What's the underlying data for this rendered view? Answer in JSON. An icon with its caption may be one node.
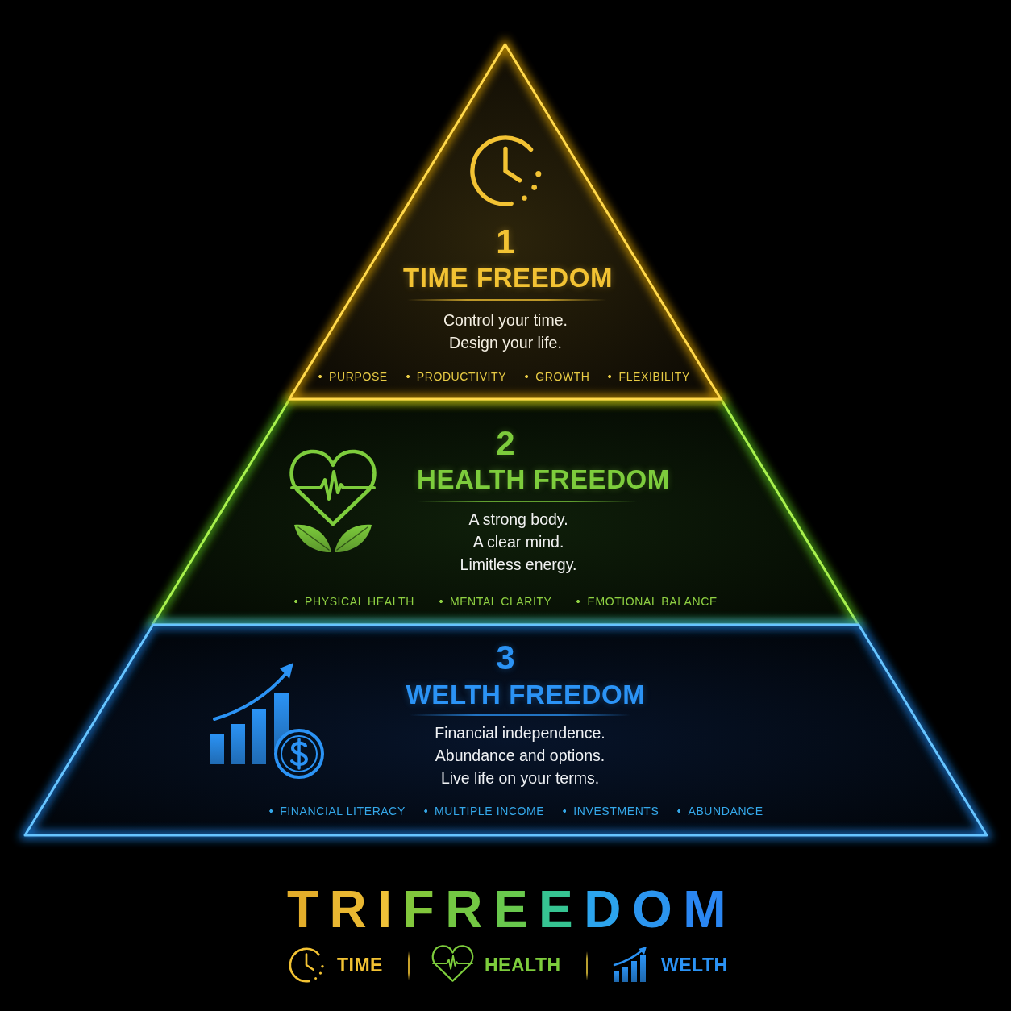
{
  "diagram": {
    "title": "TRIFREEDOM",
    "nodes": [
      {
        "text": [
          "1",
          "TIME FREEDOM",
          "Control your time. Design your life.",
          "PURPOSE",
          "PRODUCTIVITY",
          "GROWTH",
          "FLEXIBILITY"
        ]
      },
      {
        "text": [
          "2",
          "HEALTH FREEDOM",
          "A strong body. A clear mind. Limitless energy.",
          "PHYSICAL HEALTH",
          "MENTAL CLARITY",
          "EMOTIONAL BALANCE"
        ]
      },
      {
        "text": [
          "3",
          "WELTH FREEDOM",
          "Financial independence. Abundance and options. Live life on your terms.",
          "FINANCIAL LITERACY",
          "MULTIPLE INCOME",
          "INVESTMENTS",
          "ABUNDANCE"
        ]
      }
    ],
    "legend": [
      {
        "text": "TIME"
      },
      {
        "text": "HEALTH"
      },
      {
        "text": "WELTH"
      }
    ]
  }
}
